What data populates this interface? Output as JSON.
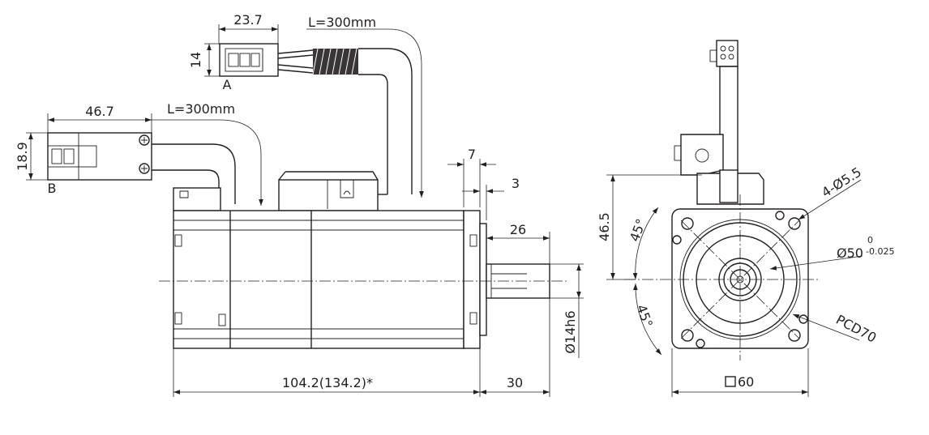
{
  "connector_a": {
    "width_label": "23.7",
    "height_label": "14",
    "cable_length_label": "L=300mm",
    "letter": "A"
  },
  "connector_b": {
    "width_label": "46.7",
    "height_label": "18.9",
    "cable_length_label": "L=300mm",
    "letter": "B"
  },
  "side_view": {
    "flange_label": "7",
    "spigot_label": "3",
    "shaft_length_label": "26",
    "shaft_dia_label": "Ø14h6",
    "body_length_label": "104.2(134.2)*",
    "shaft_total_label": "30"
  },
  "front_view": {
    "height_label": "46.5",
    "angle_top_label": "45°",
    "angle_bottom_label": "45°",
    "holes_label": "4-Ø5.5",
    "pilot_dia_label": "Ø50",
    "pilot_tol_upper": "0",
    "pilot_tol_lower": "-0.025",
    "pcd_label": "PCD70",
    "square_label": "60"
  }
}
